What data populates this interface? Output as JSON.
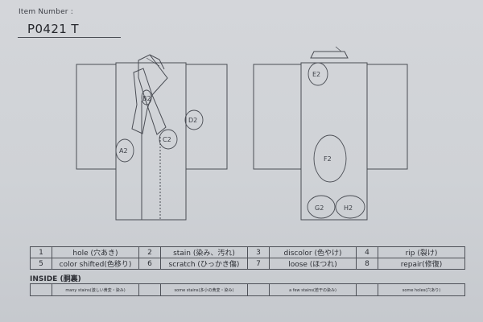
{
  "header": {
    "item_label": "Item Number :",
    "item_number": "P0421   T"
  },
  "diagram": {
    "front_labels": [
      "B2",
      "D2",
      "A2",
      "C2"
    ],
    "back_labels": [
      "E2",
      "F2",
      "G2",
      "H2"
    ]
  },
  "legend": {
    "rows": [
      [
        {
          "num": "1",
          "label": "hole (穴あき)"
        },
        {
          "num": "2",
          "label": "stain (染み、汚れ)"
        },
        {
          "num": "3",
          "label": "discolor (色やけ)"
        },
        {
          "num": "4",
          "label": "rip (裂け)"
        }
      ],
      [
        {
          "num": "5",
          "label": "color shifted(色移り)"
        },
        {
          "num": "6",
          "label": "scratch (ひっかき傷)"
        },
        {
          "num": "7",
          "label": "loose (ほつれ)"
        },
        {
          "num": "8",
          "label": "repair(修復)"
        }
      ]
    ]
  },
  "inside": {
    "title": "INSIDE (胴裏)",
    "items": [
      "many stains(激しい黄変・染み)",
      "some stains(多小の黄変・染み)",
      "a few stains(若干の染み)",
      "some holes(穴あり)"
    ]
  }
}
